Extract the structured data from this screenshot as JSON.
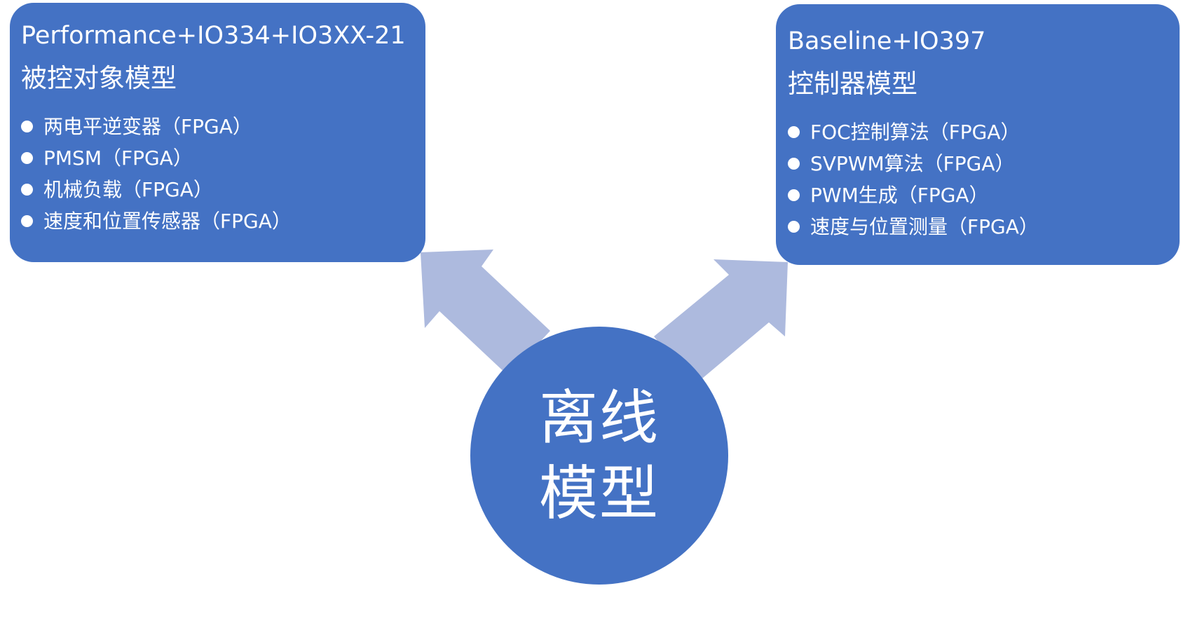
{
  "center": {
    "line1": "离线",
    "line2": "模型"
  },
  "left_box": {
    "title_line1": "Performance+IO334+IO3XX-21",
    "title_line2": "被控对象模型",
    "items": [
      "两电平逆变器（FPGA）",
      "PMSM（FPGA）",
      "机械负载（FPGA）",
      "速度和位置传感器（FPGA）"
    ]
  },
  "right_box": {
    "title_line1": "Baseline+IO397",
    "title_line2": "控制器模型",
    "items": [
      "FOC控制算法（FPGA）",
      "SVPWM算法（FPGA）",
      "PWM生成（FPGA）",
      "速度与位置测量（FPGA）"
    ]
  },
  "colors": {
    "box_fill": "#4472C4",
    "arrow_fill": "#ADBADE",
    "text": "#FFFFFF"
  }
}
